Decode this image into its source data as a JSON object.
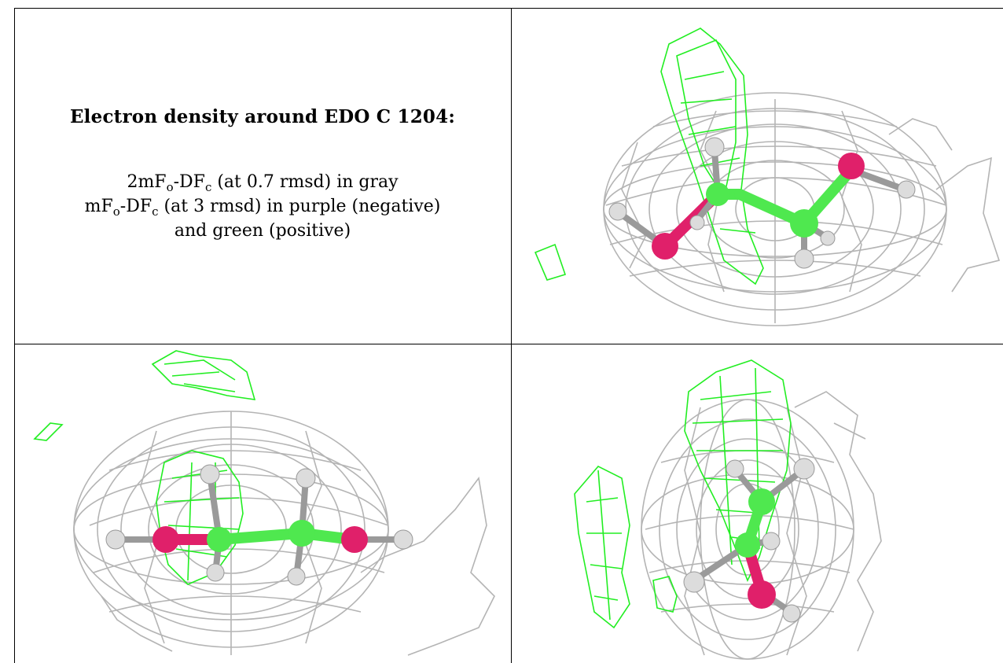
{
  "caption": {
    "heading": "Electron density around EDO C 1204:",
    "line1": {
      "pre": "2mF",
      "sub1": "o",
      "mid": "-DF",
      "sub2": "c",
      "post": " (at 0.7 rmsd) in gray"
    },
    "line2": {
      "pre": "mF",
      "sub1": "o",
      "mid": "-DF",
      "sub2": "c",
      "post": " (at 3 rmsd) in purple (negative)"
    },
    "line3": "and green (positive)"
  },
  "colors": {
    "map_2fofc": "#b4b4b4",
    "map_fofc_positive": "#22ee22",
    "carbon": "#4fe84f",
    "oxygen": "#e0206a",
    "hydrogen": "#dcdcdc",
    "border": "#000000"
  },
  "panels": [
    "view-top-right",
    "view-bottom-left",
    "view-bottom-right"
  ]
}
